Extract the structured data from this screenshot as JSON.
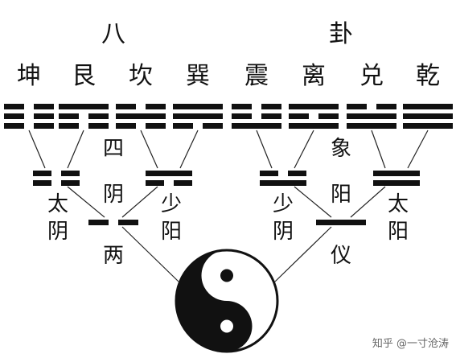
{
  "title": {
    "left": "八",
    "right": "卦"
  },
  "trigram_names": [
    "坤",
    "艮",
    "坎",
    "巽",
    "震",
    "离",
    "兑",
    "乾"
  ],
  "si_xiang_label": {
    "left": "四",
    "right": "象"
  },
  "si_xiang_names": {
    "tai_yin": [
      "太",
      "阴"
    ],
    "shao_yang": [
      "少",
      "阳"
    ],
    "shao_yin": [
      "少",
      "阴"
    ],
    "tai_yang": [
      "太",
      "阳"
    ]
  },
  "yin_yang_chars": {
    "yin": "阴",
    "yang": "阳"
  },
  "liang_yi_label": {
    "left": "两",
    "right": "仪"
  },
  "watermark": "知乎 @一寸沧涛",
  "colors": {
    "ink": "#111111",
    "background": "#ffffff",
    "watermark": "#666666"
  }
}
